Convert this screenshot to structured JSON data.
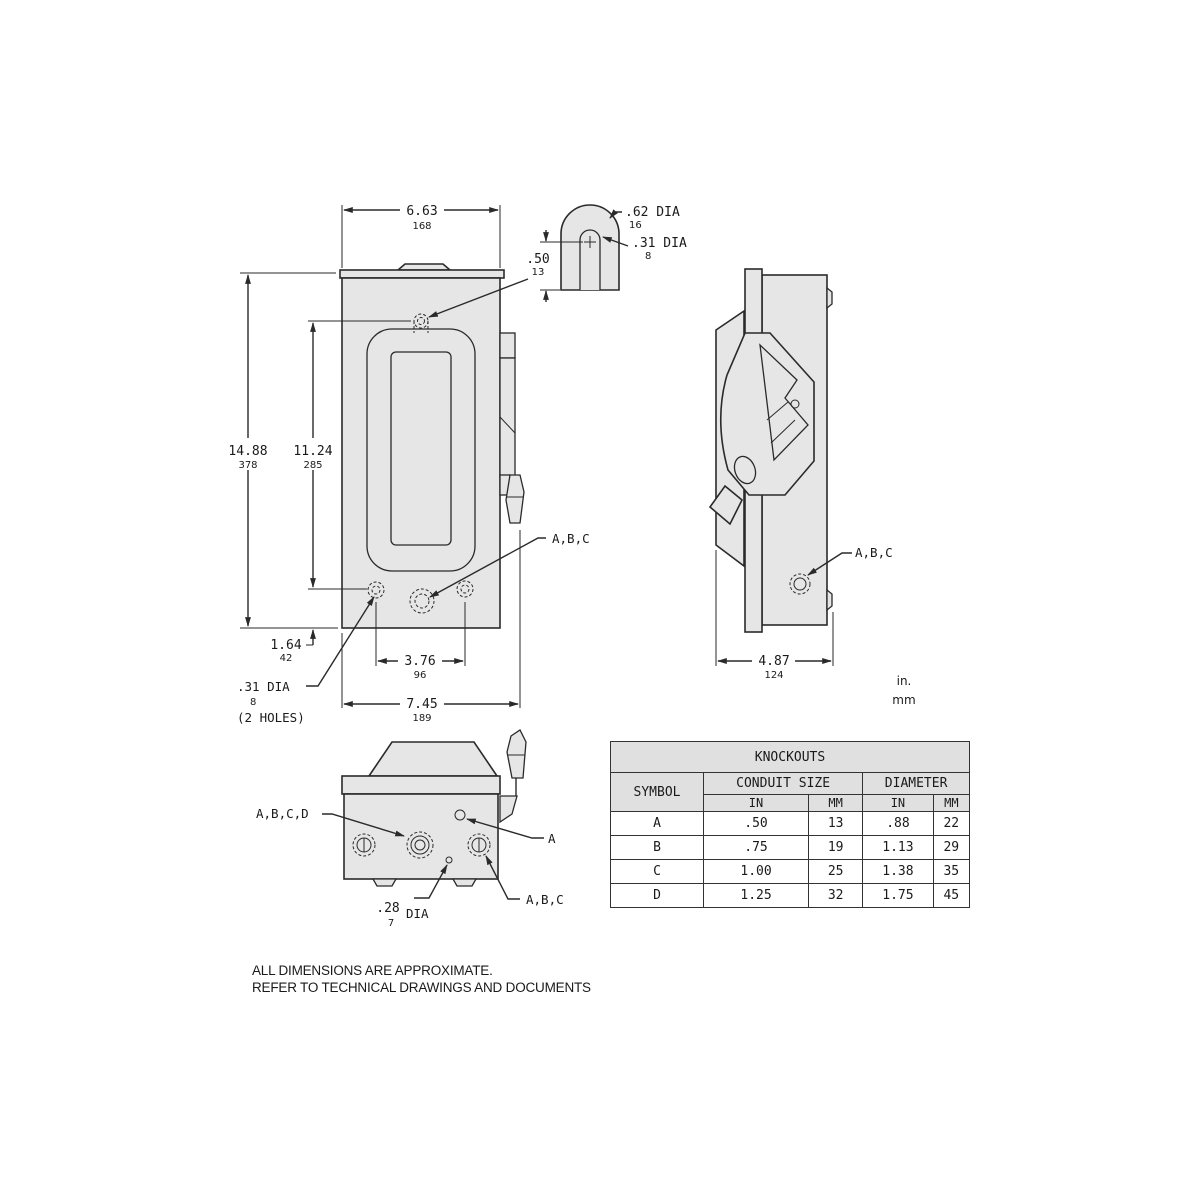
{
  "front_view": {
    "width": {
      "in": "6.63",
      "mm": "168"
    },
    "height": {
      "in": "14.88",
      "mm": "378"
    },
    "mount_spacing_vertical": {
      "in": "11.24",
      "mm": "285"
    },
    "bottom_offset": {
      "in": "1.64",
      "mm": "42"
    },
    "mount_spacing_horizontal": {
      "in": "3.76",
      "mm": "96"
    },
    "overall_width": {
      "in": "7.45",
      "mm": "189"
    },
    "mount_hole": {
      "in": ".31 DIA",
      "mm": "8",
      "note": "(2 HOLES)"
    },
    "top_hole_label": {
      "in": ".50",
      "mm": "13"
    },
    "knockout_label": "A,B,C"
  },
  "keyhole_detail": {
    "outer": {
      "in": ".62 DIA",
      "mm": "16"
    },
    "inner": {
      "in": ".31 DIA",
      "mm": "8"
    }
  },
  "side_view": {
    "depth": {
      "in": "4.87",
      "mm": "124"
    },
    "knockout_label": "A,B,C"
  },
  "units": {
    "primary": "in.",
    "secondary": "mm"
  },
  "bottom_view": {
    "left_label": "A,B,C,D",
    "right_top_label": "A",
    "right_bottom_label": "A,B,C",
    "drain_hole": {
      "in": ".28",
      "mm": "7",
      "suffix": "DIA"
    }
  },
  "knockouts_table": {
    "title": "KNOCKOUTS",
    "symbol_header": "SYMBOL",
    "group_headers": [
      "CONDUIT SIZE",
      "DIAMETER"
    ],
    "sub_headers": [
      "IN",
      "MM",
      "IN",
      "MM"
    ],
    "rows": [
      {
        "symbol": "A",
        "conduit_in": ".50",
        "conduit_mm": "13",
        "dia_in": ".88",
        "dia_mm": "22"
      },
      {
        "symbol": "B",
        "conduit_in": ".75",
        "conduit_mm": "19",
        "dia_in": "1.13",
        "dia_mm": "29"
      },
      {
        "symbol": "C",
        "conduit_in": "1.00",
        "conduit_mm": "25",
        "dia_in": "1.38",
        "dia_mm": "35"
      },
      {
        "symbol": "D",
        "conduit_in": "1.25",
        "conduit_mm": "32",
        "dia_in": "1.75",
        "dia_mm": "45"
      }
    ]
  },
  "notes": [
    "ALL DIMENSIONS ARE APPROXIMATE.",
    "REFER TO TECHNICAL DRAWINGS AND DOCUMENTS"
  ]
}
